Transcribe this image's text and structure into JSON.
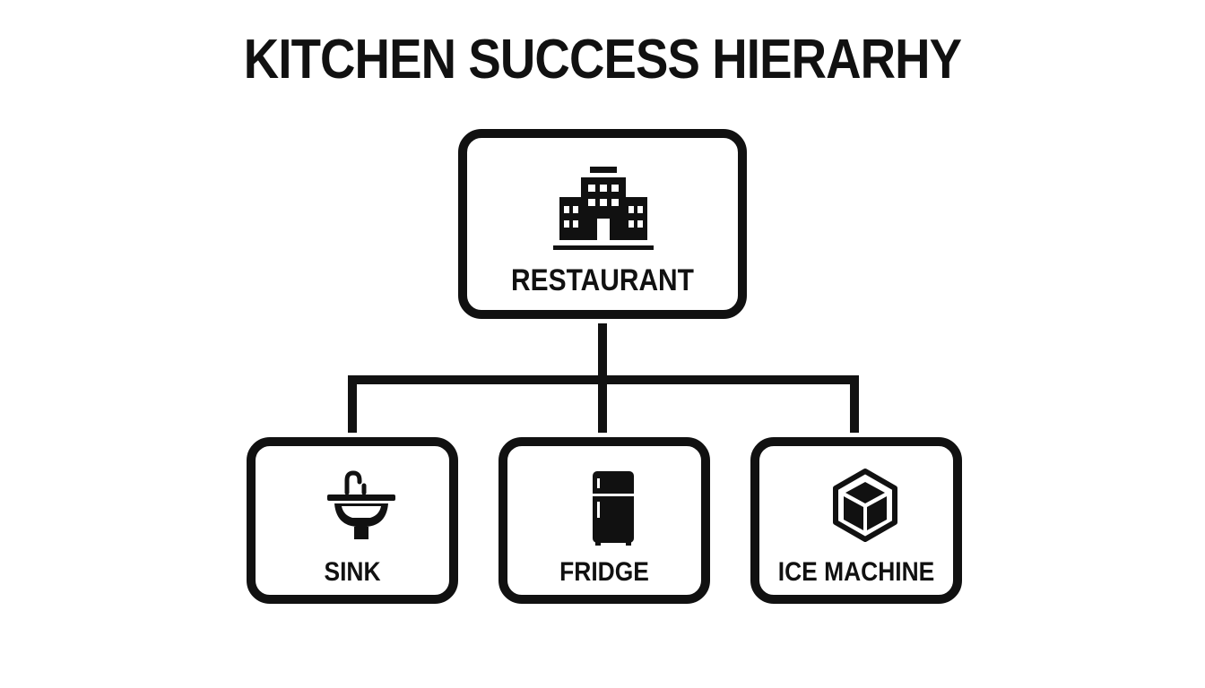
{
  "title": "KITCHEN SUCCESS HIERARHY",
  "colors": {
    "stroke": "#111111",
    "background": "#ffffff"
  },
  "root": {
    "label": "RESTAURANT",
    "icon": "building-icon"
  },
  "children": [
    {
      "label": "SINK",
      "icon": "sink-icon"
    },
    {
      "label": "FRIDGE",
      "icon": "fridge-icon"
    },
    {
      "label": "ICE MACHINE",
      "icon": "ice-cube-icon"
    }
  ]
}
